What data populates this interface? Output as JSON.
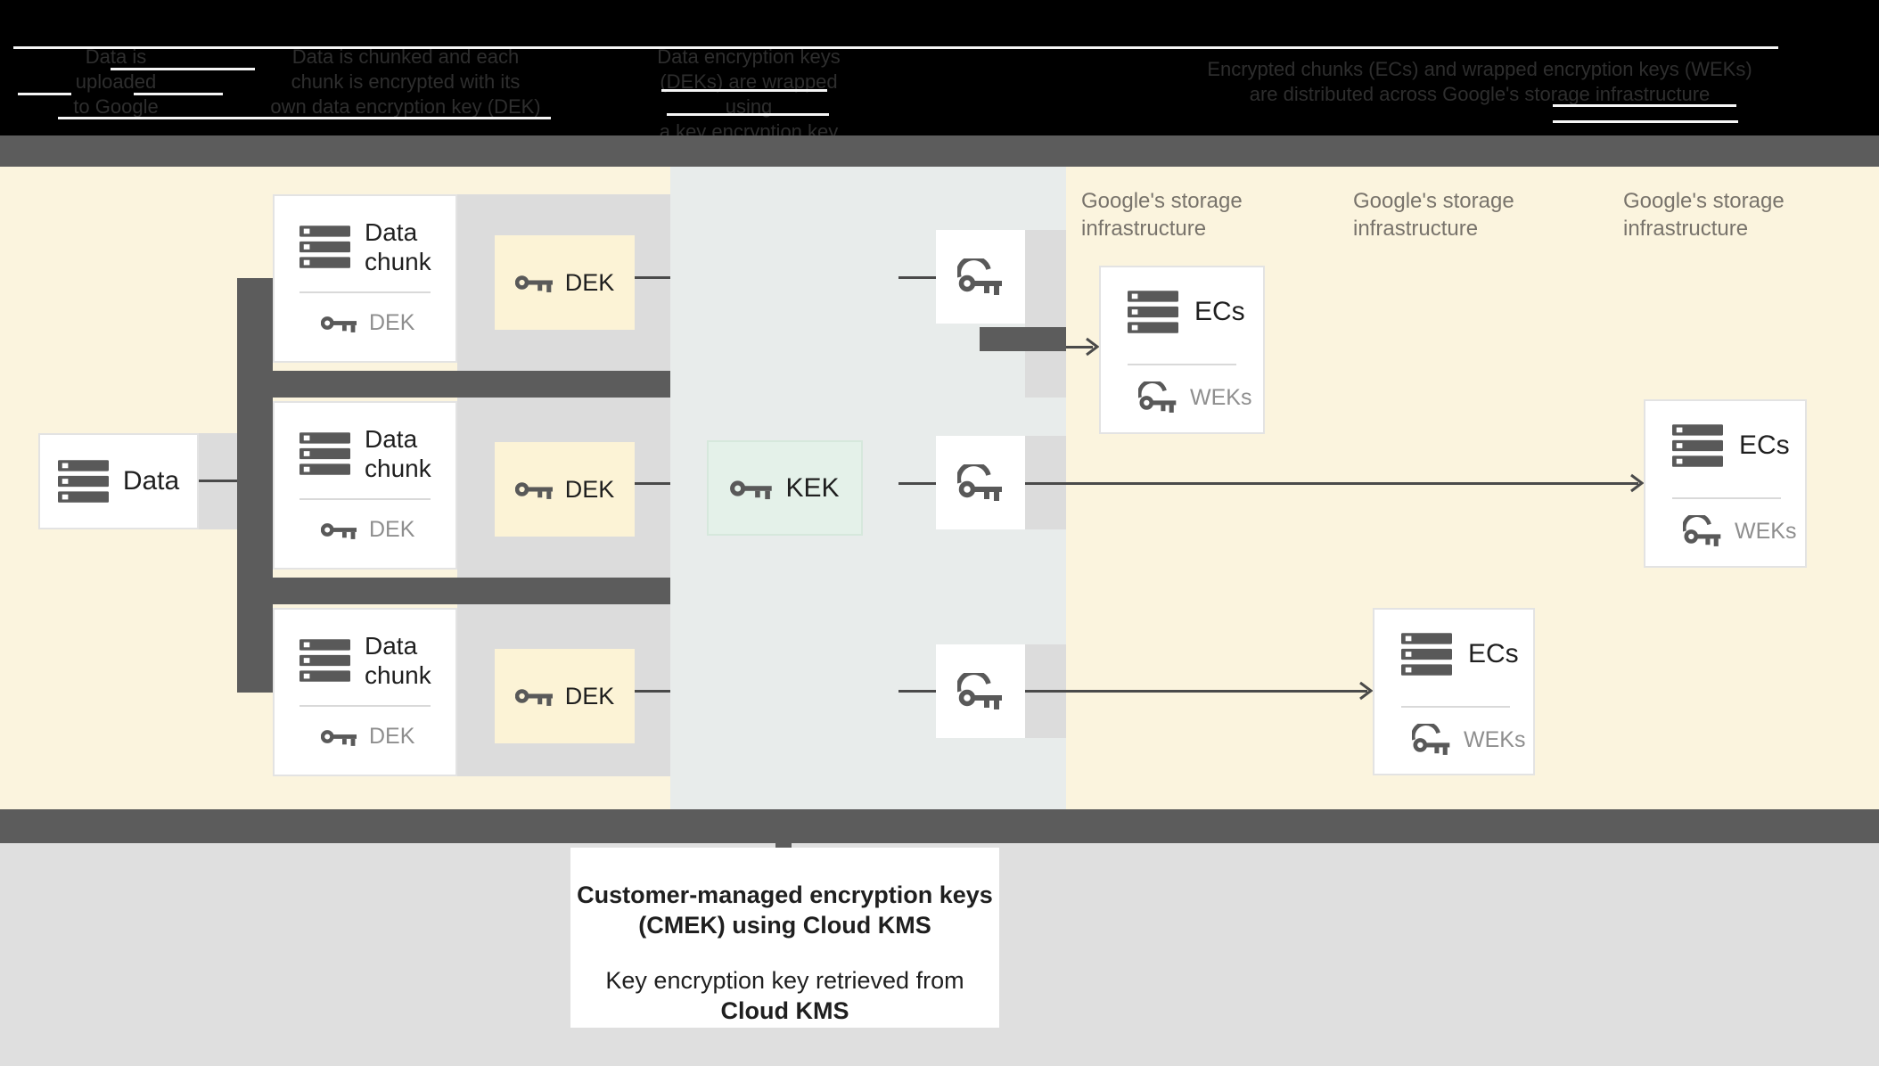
{
  "header": {
    "columns": [
      {
        "lines": [
          "Data is",
          "uploaded",
          "to Google"
        ]
      },
      {
        "lines": [
          "Data is chunked and each",
          "chunk is encrypted with its",
          "own data encryption key (DEK)"
        ]
      },
      {
        "lines": [
          "Data encryption keys",
          "(DEKs) are wrapped using",
          "a key encryption key (KEK)"
        ]
      },
      {
        "lines": [
          "Encrypted chunks (ECs) and wrapped encryption keys (WEKs)",
          "are distributed across Google's storage infrastructure"
        ]
      }
    ]
  },
  "diagram": {
    "data_box": {
      "label": "Data"
    },
    "chunk_cards": [
      {
        "title": "Data chunk",
        "key_label": "DEK"
      },
      {
        "title": "Data chunk",
        "key_label": "DEK"
      },
      {
        "title": "Data chunk",
        "key_label": "DEK"
      }
    ],
    "dek_boxes": [
      {
        "label": "DEK"
      },
      {
        "label": "DEK"
      },
      {
        "label": "DEK"
      }
    ],
    "kek_box": {
      "label": "KEK"
    },
    "key_boxes": [
      {
        "icon": "wrapped-key-icon"
      },
      {
        "icon": "wrapped-key-icon"
      },
      {
        "icon": "wrapped-key-icon"
      }
    ],
    "storage_labels": [
      {
        "line1": "Google's storage",
        "line2": "infrastructure"
      },
      {
        "line1": "Google's storage",
        "line2": "infrastructure"
      },
      {
        "line1": "Google's storage",
        "line2": "infrastructure"
      }
    ],
    "ec_boxes": [
      {
        "title": "ECs",
        "key_label": "WEKs"
      },
      {
        "title": "ECs",
        "key_label": "WEKs"
      },
      {
        "title": "ECs",
        "key_label": "WEKs"
      }
    ]
  },
  "footer": {
    "card": {
      "heading_line1": "Customer-managed encryption keys",
      "heading_line2": "(CMEK) using Cloud KMS",
      "body_line1": "Key encryption key retrieved from",
      "body_line2": "Cloud KMS"
    }
  },
  "colors": {
    "header-bg": "#000000",
    "header-text": "#2e2e2e",
    "artifact": "#f5f5f5",
    "dark": "#5c5c5c",
    "cream": "#fbf4de",
    "panel": "#e8eceb",
    "band": "#dcdcdc",
    "line": "#4a4a4a",
    "card-border": "#e3e3e3",
    "kek-fill": "#e4f1e9",
    "kek-border": "#d6e8dc",
    "dek-fill": "#fcf3d6",
    "icon": "#595959",
    "ink": "#1f1f1f",
    "muted": "#8e8e8e",
    "divider": "#d9d9d9",
    "storage-text": "#78736b",
    "footer-bg": "#dfdfdf"
  }
}
